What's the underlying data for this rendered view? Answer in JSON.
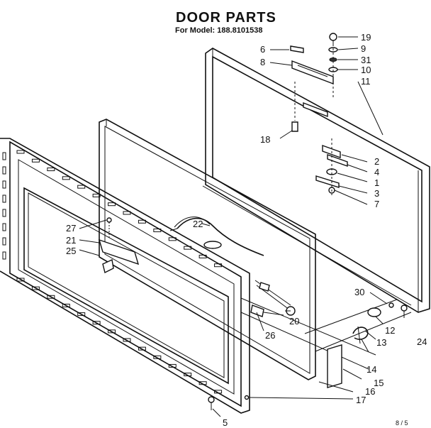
{
  "header": {
    "title": "DOOR PARTS",
    "model_line": "For Model: 188.8101538"
  },
  "footer": {
    "page_mark": "8 / 5"
  },
  "callouts": [
    "19",
    "9",
    "31",
    "10",
    "11",
    "6",
    "8",
    "18",
    "2",
    "4",
    "1",
    "3",
    "7",
    "27",
    "21",
    "25",
    "22",
    "20",
    "26",
    "30",
    "24",
    "12",
    "13",
    "14",
    "15",
    "16",
    "17",
    "5"
  ]
}
